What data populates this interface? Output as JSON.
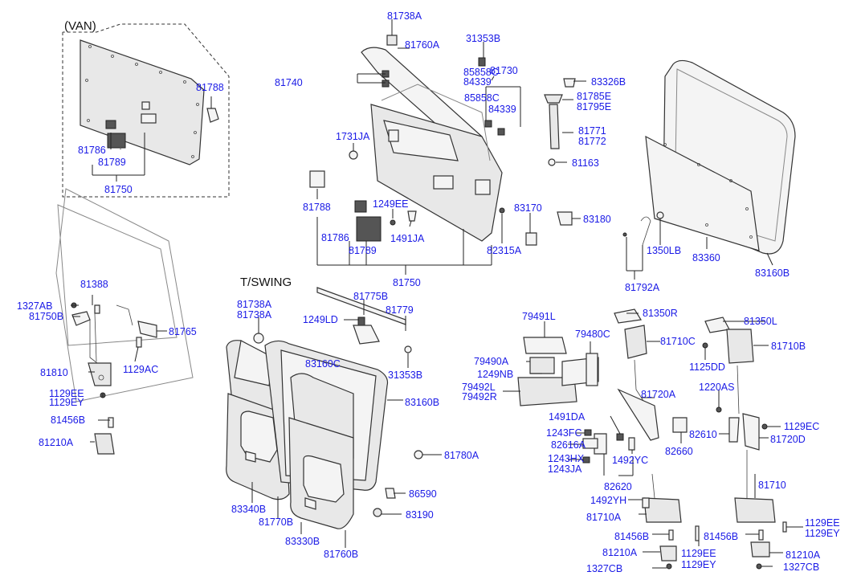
{
  "headers": {
    "van": "(VAN)",
    "tswing": "T/SWING"
  },
  "labels": [
    "81738A",
    "81760A",
    "31353B",
    "81730",
    "83326B",
    "85858C",
    "84339",
    "81740",
    "85858C",
    "84339",
    "81785E",
    "81795E",
    "81771",
    "81772",
    "81163",
    "1731JA",
    "81788",
    "1249EE",
    "1491JA",
    "83170",
    "83180",
    "81786",
    "81789",
    "82315A",
    "81750",
    "81792A",
    "1350LB",
    "83360",
    "83160B",
    "81788",
    "81786",
    "81789",
    "81750",
    "81388",
    "1327AB",
    "81750B",
    "81765",
    "81810",
    "1129AC",
    "1129EE",
    "1129EY",
    "81456B",
    "81210A",
    "81738A",
    "81738A",
    "81775B",
    "1249LD",
    "81779",
    "83160C",
    "31353B",
    "83160B",
    "81780A",
    "86590",
    "83190",
    "83340B",
    "81770B",
    "83330B",
    "81760B",
    "79491L",
    "81350R",
    "79480C",
    "81350L",
    "81710C",
    "81710B",
    "79490A",
    "1249NB",
    "79492L",
    "79492R",
    "1125DD",
    "81720A",
    "1220AS",
    "1491DA",
    "1243FC",
    "82616A",
    "1129EC",
    "82610",
    "81720D",
    "82660",
    "1243HX",
    "1243JA",
    "1492YC",
    "82620",
    "81710",
    "1492YH",
    "81710A",
    "81456B",
    "81456B",
    "1129EE",
    "1129EY",
    "81210A",
    "1129EE",
    "1129EY",
    "81210A",
    "1327CB",
    "1327CB"
  ]
}
